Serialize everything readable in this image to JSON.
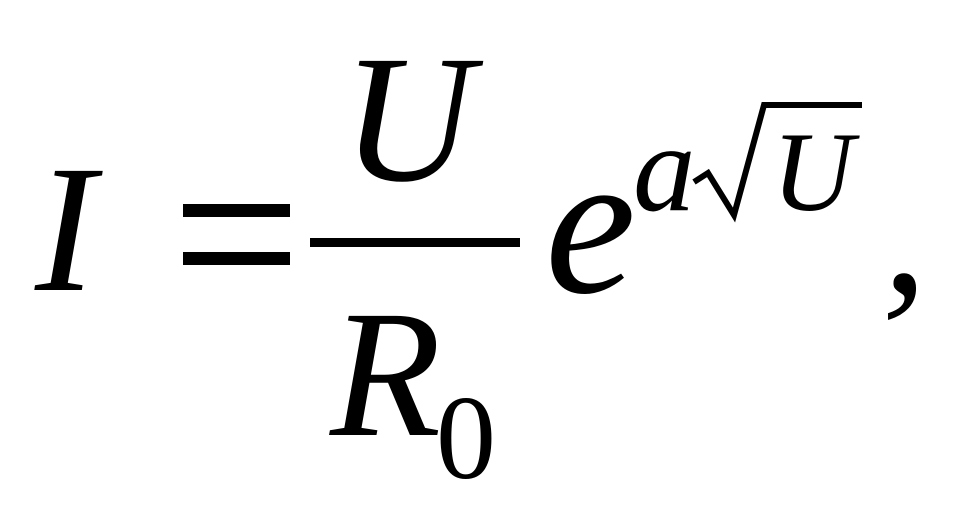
{
  "formula": {
    "lhs": "I",
    "equals": "=",
    "numerator": "U",
    "denominator": "R",
    "denominator_subscript": "0",
    "base": "e",
    "exponent_coefficient": "a",
    "exponent_radicand": "U",
    "trailing_punctuation": ","
  }
}
